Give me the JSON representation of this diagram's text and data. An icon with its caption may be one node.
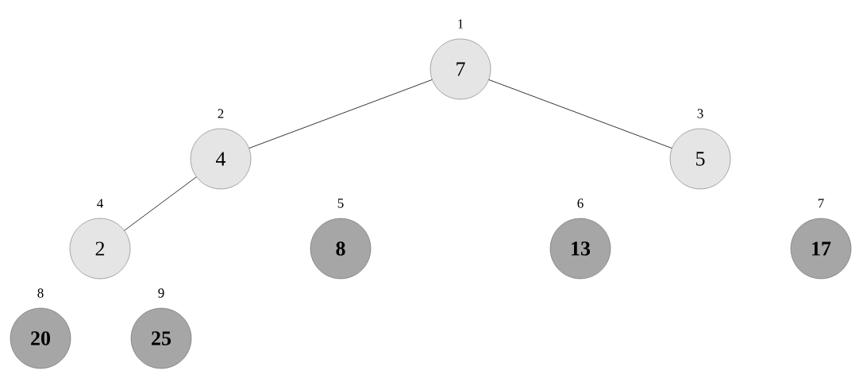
{
  "diagram": {
    "nodes": [
      {
        "text": [
          "7"
        ],
        "beside": [
          "1"
        ]
      },
      {
        "text": [
          "4"
        ],
        "beside": [
          "2"
        ]
      },
      {
        "text": [
          "5"
        ],
        "beside": [
          "3"
        ]
      },
      {
        "text": [
          "2"
        ],
        "beside": [
          "4"
        ]
      },
      {
        "text": [
          "8"
        ],
        "beside": [
          "5"
        ]
      },
      {
        "text": [
          "13"
        ],
        "beside": [
          "6"
        ]
      },
      {
        "text": [
          "17"
        ],
        "beside": [
          "7"
        ]
      },
      {
        "text": [
          "20"
        ],
        "beside": [
          "8"
        ]
      },
      {
        "text": [
          "25"
        ],
        "beside": [
          "9"
        ]
      }
    ],
    "edges": [
      {
        "from": 0,
        "to": 1,
        "arrow": "none"
      },
      {
        "from": 0,
        "to": 2,
        "arrow": "none"
      },
      {
        "from": 1,
        "to": 3,
        "arrow": "none"
      }
    ]
  }
}
